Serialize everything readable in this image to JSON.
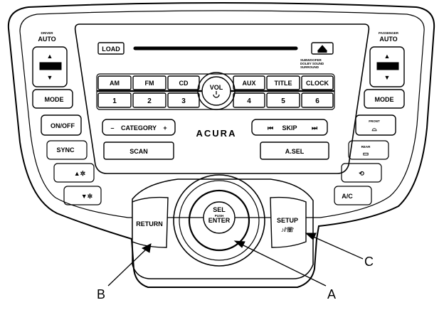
{
  "left_side": {
    "driver_small": "DRIVER",
    "driver_auto": "AUTO",
    "mode": "MODE",
    "on_off": "ON/OFF",
    "sync": "SYNC"
  },
  "right_side": {
    "passenger_small": "PASSENGER",
    "passenger_auto": "AUTO",
    "mode": "MODE",
    "front": "FRONT",
    "rear": "REAR",
    "ac": "A/C"
  },
  "center": {
    "load": "LOAD",
    "tiny_note": [
      "SUBWOOFER",
      "DOLBY SOUND",
      "SURROUND"
    ],
    "presets_top": [
      "AM",
      "FM",
      "CD",
      "AUX",
      "TITLE",
      "CLOCK"
    ],
    "presets_num": [
      "1",
      "2",
      "3",
      "4",
      "5",
      "6"
    ],
    "vol": "VOL",
    "category": "CATEGORY",
    "skip": "SKIP",
    "brand": "ACURA",
    "scan": "SCAN",
    "asel": "A.SEL",
    "sel_line1": "SEL",
    "sel_line2": "PUSH",
    "sel_line3": "ENTER",
    "return": "RETURN",
    "setup": "SETUP"
  },
  "callouts": {
    "a": "A",
    "b": "B",
    "c": "C"
  }
}
